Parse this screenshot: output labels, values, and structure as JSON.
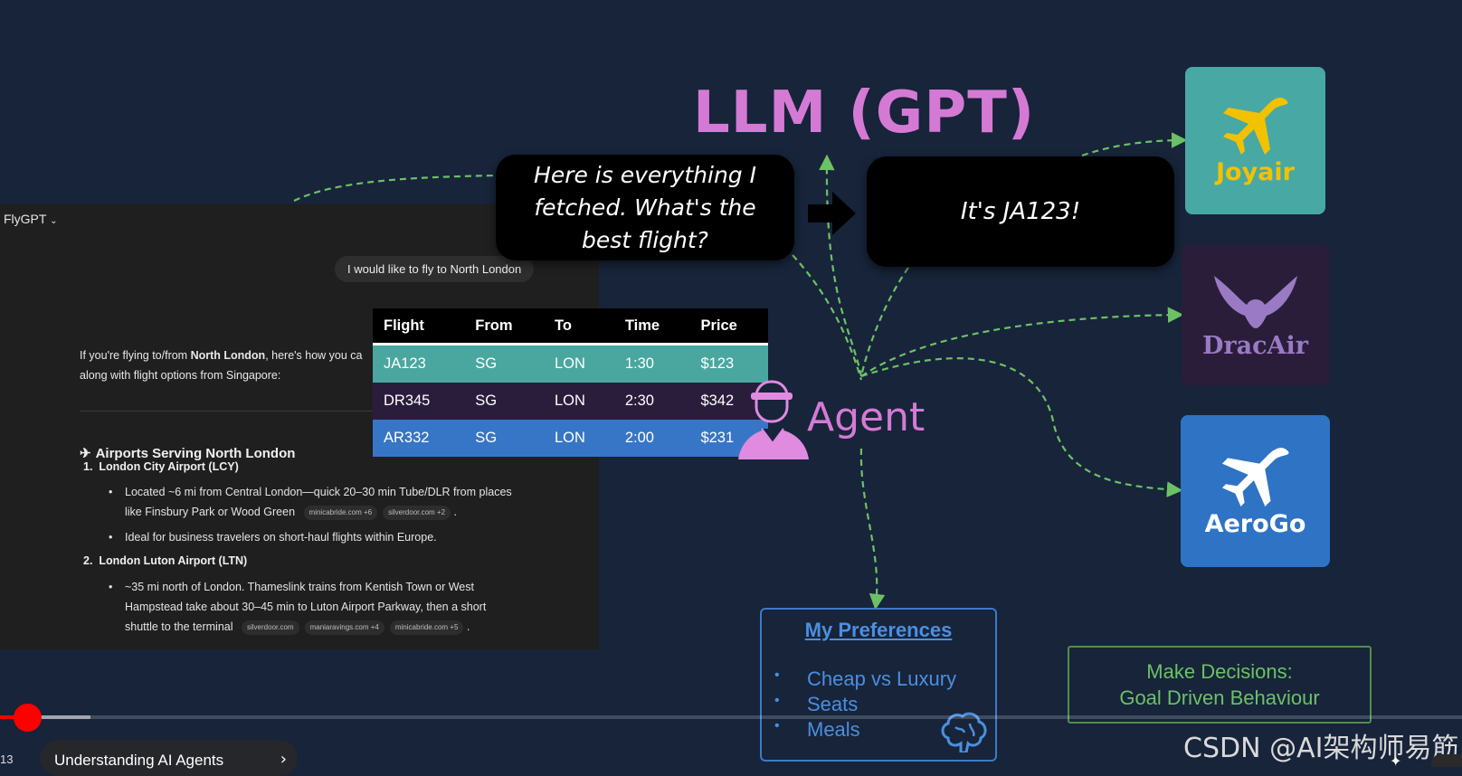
{
  "chat": {
    "app_title": "FlyGPT",
    "user_message": "I would like to fly to North London",
    "intro_bold": "North London",
    "intro_before": "If you're flying to/from ",
    "intro_after": ", here's how you ca",
    "intro_line2": "along with flight options from Singapore:",
    "section_title": "Airports Serving North London",
    "airports": [
      {
        "num": "1.",
        "name": "London City Airport (LCY)",
        "bullets": [
          {
            "line1": "Located ~6 mi from Central London—quick 20–30 min Tube/DLR from places",
            "line2": "like Finsbury Park or Wood Green",
            "cites": [
              "minicabride.com +6",
              "silverdoor.com +2"
            ]
          },
          {
            "line1": "Ideal for business travelers on short-haul flights within Europe.",
            "line2": "",
            "cites": []
          }
        ]
      },
      {
        "num": "2.",
        "name": "London Luton Airport (LTN)",
        "bullets": [
          {
            "line1": "~35 mi north of London. Thameslink trains from Kentish Town or West",
            "line1b": "Hampstead take about 30–45 min to Luton Airport Parkway, then a short",
            "line2": "shuttle to the terminal",
            "cites": [
              "silverdoor.com",
              "maniaravings.com +4",
              "minicabride.com +5"
            ]
          }
        ]
      }
    ]
  },
  "diagram": {
    "title": "LLM (GPT)",
    "speech_request": "Here is everything I fetched. What's the best flight?",
    "speech_answer": "It's JA123!",
    "agent_label": "Agent",
    "airlines": [
      {
        "name": "Joyair",
        "color": "#48a8a4",
        "icon": "airplane-icon"
      },
      {
        "name": "DracAir",
        "color": "#2a1d3a",
        "icon": "dragon-icon"
      },
      {
        "name": "AeroGo",
        "color": "#2f73c4",
        "icon": "airplane-icon"
      }
    ],
    "preferences": {
      "title": "My Preferences",
      "items": [
        "Cheap vs Luxury",
        "Seats",
        "Meals"
      ]
    },
    "decision": {
      "line1": "Make Decisions:",
      "line2": "Goal Driven Behaviour"
    }
  },
  "flights": {
    "headers": [
      "Flight",
      "From",
      "To",
      "Time",
      "Price"
    ],
    "rows": [
      [
        "JA123",
        "SG",
        "LON",
        "1:30",
        "$123"
      ],
      [
        "DR345",
        "SG",
        "LON",
        "2:30",
        "$342"
      ],
      [
        "AR332",
        "SG",
        "LON",
        "2:00",
        "$231"
      ]
    ]
  },
  "player": {
    "time": "13",
    "chapter": "Understanding AI Agents",
    "watermark": "CSDN @AI架构师易筋"
  },
  "colors": {
    "background": "#17243a",
    "accent_pink": "#d47ad4",
    "flow_green": "#6cc166",
    "pref_blue": "#4b8fe0"
  }
}
